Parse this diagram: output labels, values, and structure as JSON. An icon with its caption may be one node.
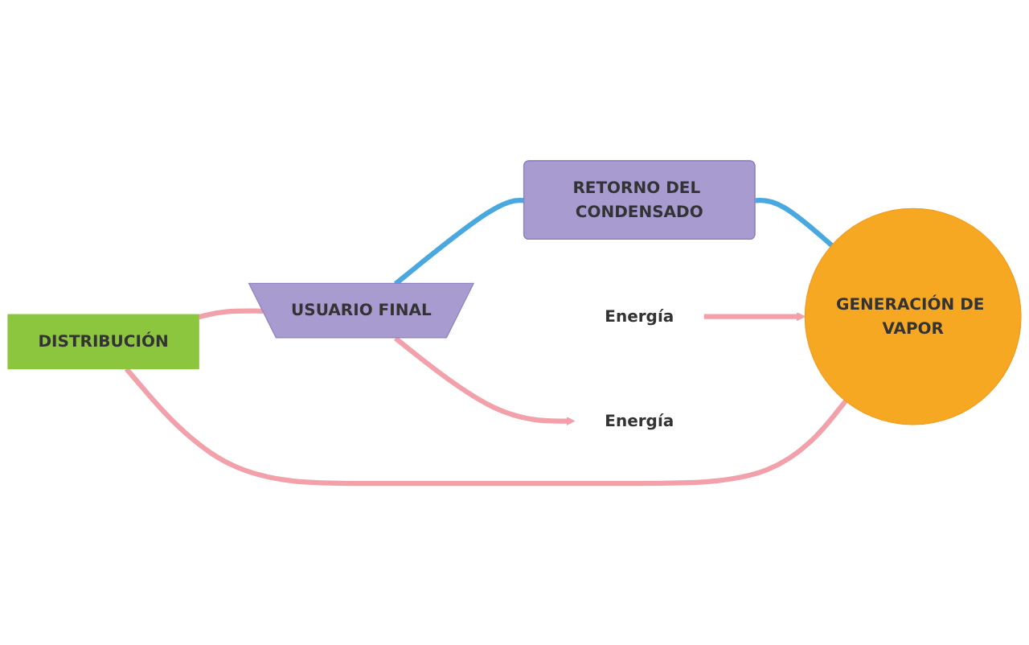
{
  "diagram": {
    "nodes": [
      {
        "text": [
          "DISTRIBUCIÓN"
        ]
      },
      {
        "text": [
          "GENERACIÓN DE VAPOR"
        ]
      },
      {
        "text": [
          "USUARIO FINAL"
        ]
      },
      {
        "text": [
          "RETORNO DEL CONDENSADO"
        ]
      },
      {
        "text": [
          "Energía"
        ]
      },
      {
        "text": [
          "Energía"
        ]
      }
    ],
    "edges": [
      {
        "from": 1,
        "to": 0,
        "arrow": "none",
        "color": "#f2a0aa"
      },
      {
        "from": 0,
        "to": 2,
        "arrow": "none",
        "color": "#f2a0aa"
      },
      {
        "from": 2,
        "to": 3,
        "arrow": "none",
        "color": "#4aa8e0"
      },
      {
        "from": 3,
        "to": 1,
        "arrow": "none",
        "color": "#4aa8e0"
      },
      {
        "from": 4,
        "to": 1,
        "arrow": "to",
        "color": "#f2a0aa"
      },
      {
        "from": 2,
        "to": 5,
        "arrow": "to",
        "color": "#f2a0aa"
      }
    ]
  }
}
